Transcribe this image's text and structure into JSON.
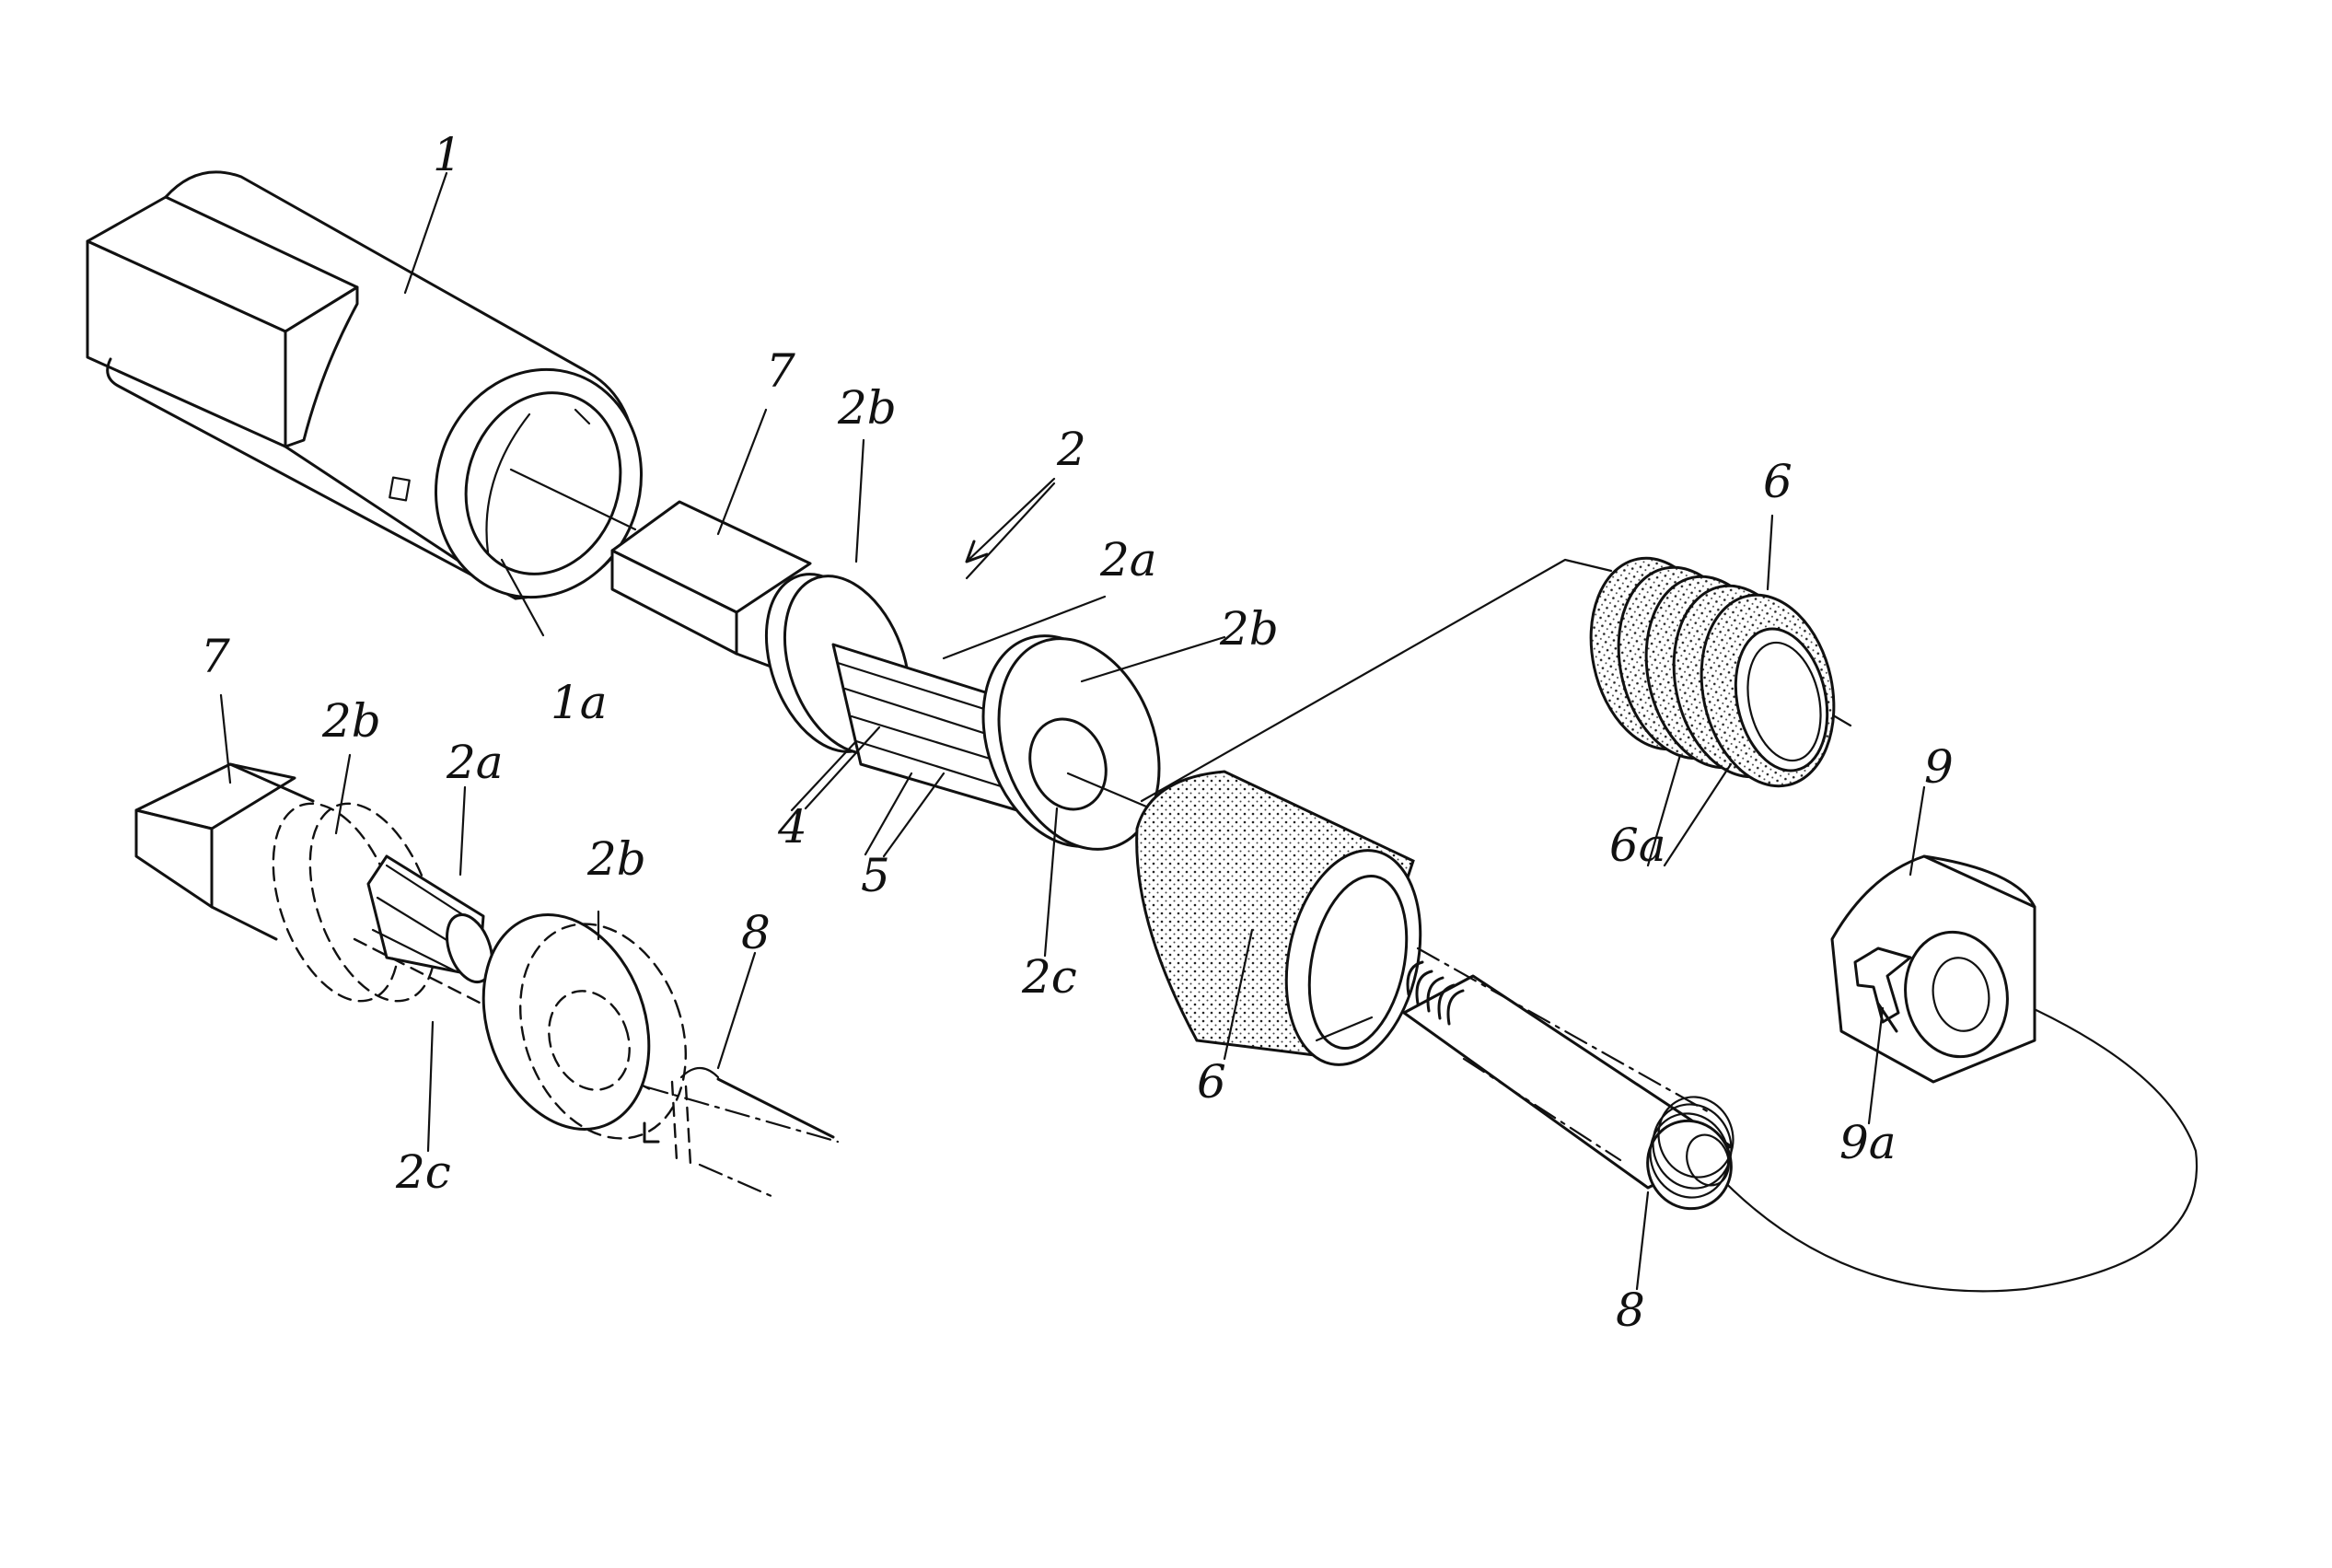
{
  "labels": {
    "housing": "1",
    "housing_bore": "1a",
    "sleeve_assembly": "2",
    "sleeve_body": "2a",
    "flange": "2b",
    "sleeve_bore": "2c",
    "slit_4": "4",
    "slit_5": "5",
    "coil": "6",
    "coil_turns": "6a",
    "shaft": "7",
    "spring": "8",
    "cap": "9",
    "cap_key": "9a"
  },
  "callouts_main": [
    {
      "id": "housing",
      "text": "1"
    },
    {
      "id": "housing-bore",
      "text": "1a"
    },
    {
      "id": "shaft-top",
      "text": "7"
    },
    {
      "id": "flange-top-left",
      "text": "2b"
    },
    {
      "id": "assembly",
      "text": "2"
    },
    {
      "id": "sleeve-body",
      "text": "2a"
    },
    {
      "id": "flange-top-right",
      "text": "2b"
    },
    {
      "id": "slit-4",
      "text": "4"
    },
    {
      "id": "slit-5",
      "text": "5"
    },
    {
      "id": "bore-top",
      "text": "2c"
    },
    {
      "id": "coil-top",
      "text": "6"
    },
    {
      "id": "coil-turns",
      "text": "6a"
    },
    {
      "id": "cap",
      "text": "9"
    },
    {
      "id": "cap-key",
      "text": "9a"
    },
    {
      "id": "sleeve-coil",
      "text": "6"
    },
    {
      "id": "spring-right",
      "text": "8"
    }
  ],
  "callouts_inset": [
    {
      "id": "shaft-left",
      "text": "7"
    },
    {
      "id": "flange-left-a",
      "text": "2b"
    },
    {
      "id": "sleeve-body-left",
      "text": "2a"
    },
    {
      "id": "flange-left-b",
      "text": "2b"
    },
    {
      "id": "spring-left",
      "text": "8"
    },
    {
      "id": "bore-left",
      "text": "2c"
    }
  ]
}
